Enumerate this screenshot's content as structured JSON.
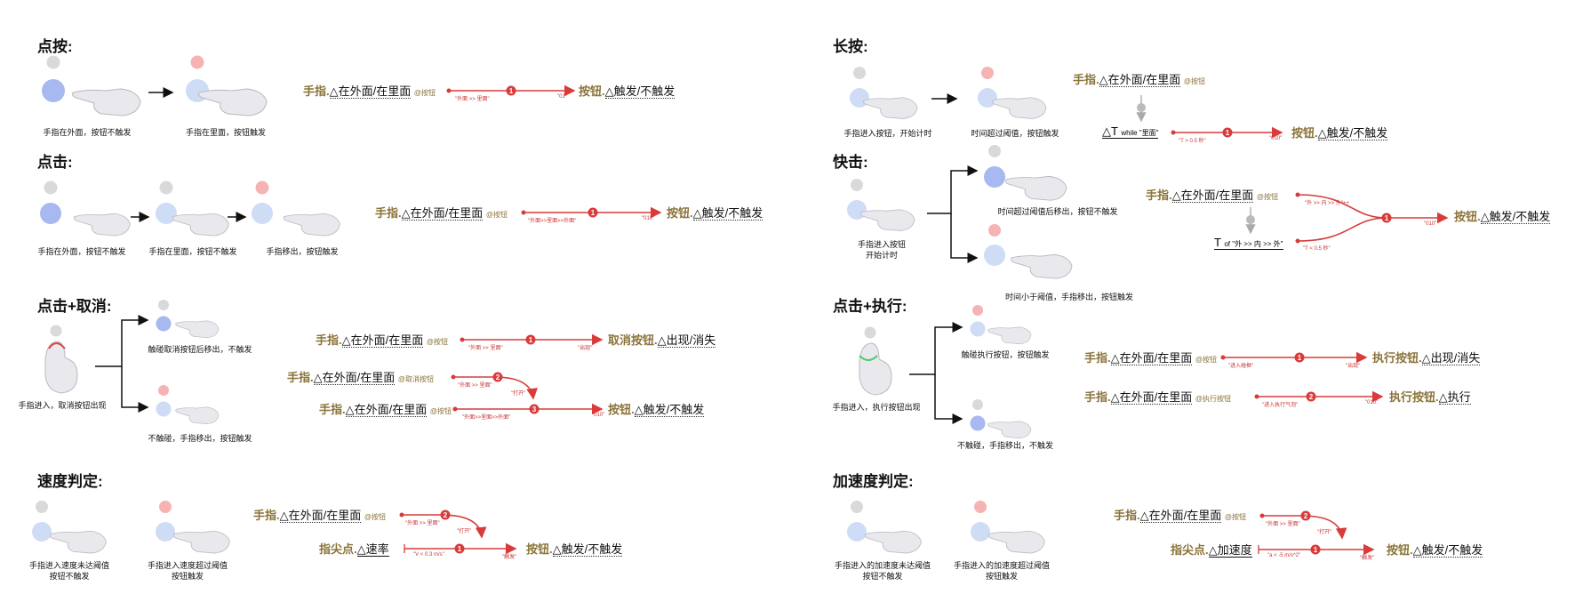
{
  "colors": {
    "accent_red": "#d93b3b",
    "object_gold": "#8b7339",
    "dot_gray": "#d9d9d9",
    "dot_pink": "#f6b3b3",
    "dot_blue": "#a7b9f0"
  },
  "sections": {
    "tap": "点按:",
    "long_press": "长按:",
    "click": "点击:",
    "quick_click": "快击:",
    "click_cancel": "点击+取消:",
    "click_execute": "点击+执行:",
    "speed": "速度判定:",
    "accel": "加速度判定:"
  },
  "captions": {
    "tap_out": "手指在外面，按钮不触发",
    "tap_in": "手指在里面，按钮触发",
    "long_enter": "手指进入按钮，开始计时",
    "long_exceed": "时间超过阈值，按钮触发",
    "click_out": "手指在外面，按钮不触发",
    "click_in": "手指在里面，按钮不触发",
    "click_exit": "手指移出，按钮触发",
    "quick_start_1": "手指进入按钮",
    "quick_start_2": "开始计时",
    "quick_over": "时间超过阈值后移出，按钮不触发",
    "quick_under": "时间小于阈值，手指移出，按钮触发",
    "cc_enter": "手指进入，取消按钮出现",
    "cc_touch": "触碰取消按钮后移出，不触发",
    "cc_notouch": "不触碰，手指移出，按钮触发",
    "ce_enter": "手指进入，执行按钮出现",
    "ce_touch": "触碰执行按钮，按钮触发",
    "ce_notouch": "不触碰，手指移出，不触发",
    "sp_low_1": "手指进入速度未达阈值",
    "sp_low_2": "按钮不触发",
    "sp_high_1": "手指进入速度超过阈值",
    "sp_high_2": "按钮触发",
    "ac_low_1": "手指进入的加速度未达阈值",
    "ac_low_2": "按钮不触发",
    "ac_high_1": "手指进入的加速度超过阈值",
    "ac_high_2": "按钮触发"
  },
  "formula": {
    "finger": "手指.",
    "inout": "△在外面/在里面",
    "at_button": "@按钮",
    "at_cancel": "@取消按钮",
    "at_exec": "@执行按钮",
    "button": "按钮.",
    "trigger": "△触发/不触发",
    "cancel_button": "取消按钮.",
    "exec_button": "执行按钮.",
    "appear": "△出现/消失",
    "execute": "△执行",
    "tip": "指尖点.",
    "rate": "△速率",
    "accel": "△加速度",
    "delta_t": "△T",
    "while": "while \"里面\"",
    "t_of": "T",
    "of_seq": "of \"外 >> 内 >> 外\""
  },
  "tags": {
    "out_in": "\"外面 >> 里面\"",
    "q01": "\"01\"",
    "out_in_out": "\"外面>>里面>>外面\"",
    "q010": "\"010\"",
    "t_gt": "\"T > 0.5 秒\"",
    "t_lt": "\"T < 0.5 秒\"",
    "seq_top": "\"外 >> 内 >> 外\"++",
    "q010b": "\"010\"",
    "appear": "\"出现\"",
    "open": "\"打开\"",
    "enter_touch": "\"进入碰框\"",
    "enter_exec": "\"进入执行气泡\"",
    "v_lt": "\"V < 0.3 m/s\"",
    "a_lt": "\"a < -5 m/s^2\"",
    "trig": "\"触发\"",
    "appear2": "\"出现\"",
    "q010c": "\"010\""
  },
  "markers": [
    "1",
    "2",
    "3"
  ]
}
